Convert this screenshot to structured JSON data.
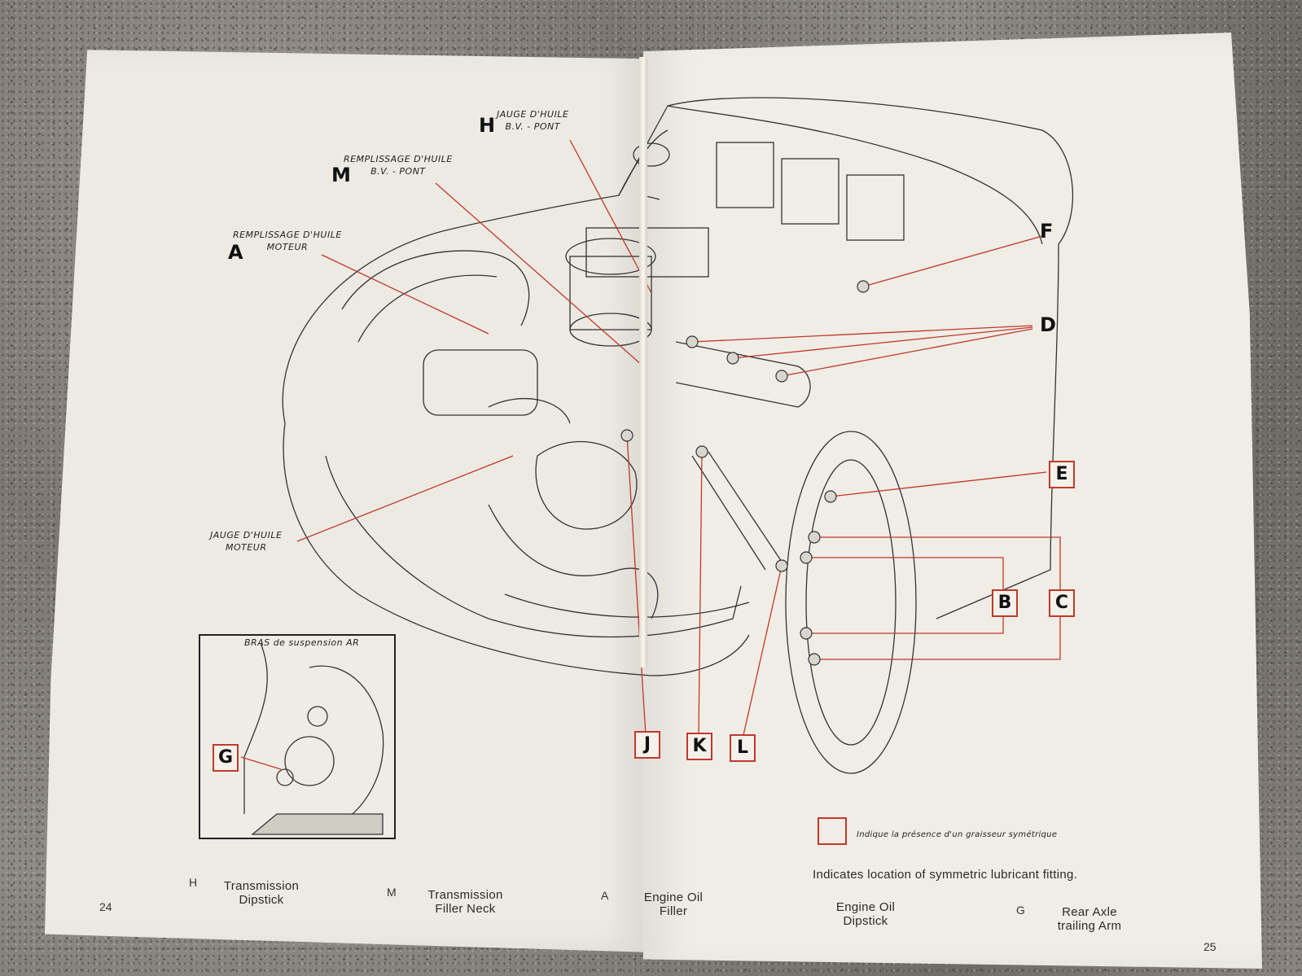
{
  "labels": {
    "h_title": "JAUGE D'HUILE",
    "h_sub": "B.V. - PONT",
    "m_title": "REMPLISSAGE D'HUILE",
    "m_sub": "B.V. - PONT",
    "a_title": "REMPLISSAGE D'HUILE",
    "a_sub": "MOTEUR",
    "jauge_title": "JAUGE D'HUILE",
    "jauge_sub": "MOTEUR",
    "inset_title": "BRAS de suspension AR"
  },
  "letters": {
    "H": "H",
    "M": "M",
    "A": "A",
    "F": "F",
    "D": "D",
    "E": "E",
    "B": "B",
    "C": "C",
    "J": "J",
    "K": "K",
    "L": "L",
    "G": "G"
  },
  "legend": {
    "french": "Indique la présence d'un graisseur symétrique",
    "english": "Indicates location of symmetric lubricant fitting."
  },
  "captions": [
    {
      "letter": "H",
      "text1": "Transmission",
      "text2": "Dipstick"
    },
    {
      "letter": "M",
      "text1": "Transmission",
      "text2": "Filler Neck"
    },
    {
      "letter": "A",
      "text1": "Engine Oil",
      "text2": "Filler"
    },
    {
      "letter": "",
      "text1": "Engine Oil",
      "text2": "Dipstick"
    },
    {
      "letter": "G",
      "text1": "Rear Axle",
      "text2": "trailing Arm"
    }
  ],
  "page_numbers": {
    "left": "24",
    "right": "25"
  },
  "colors": {
    "leader": "#c0392b",
    "ink": "#222222",
    "paper": "#eceae3"
  }
}
